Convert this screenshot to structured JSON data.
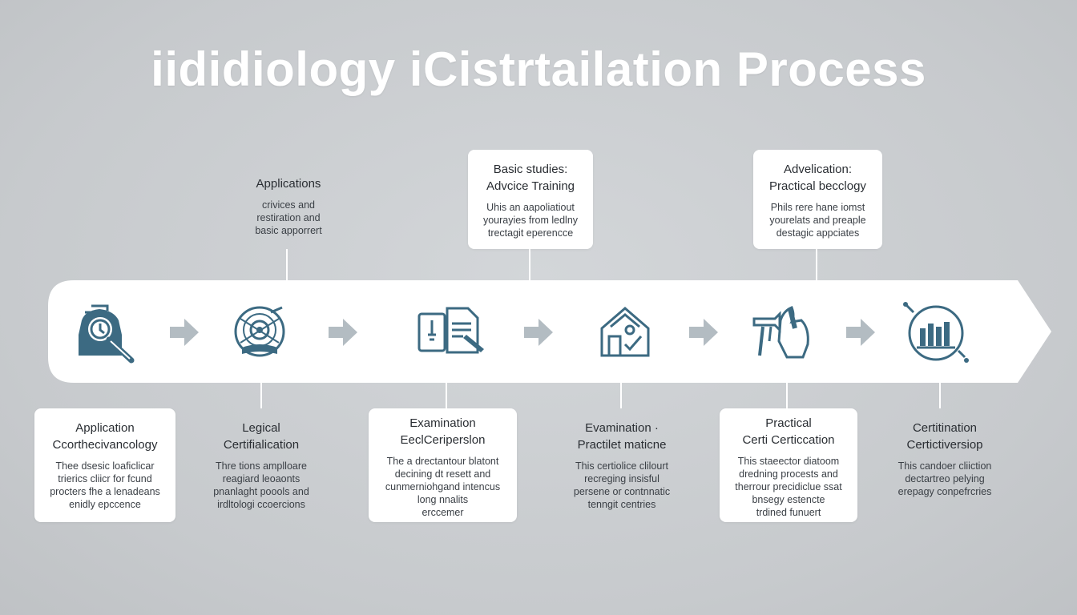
{
  "title": "iididiology iCistrtailation Process",
  "colors": {
    "icon": "#3c6a82",
    "arrow": "#b3bcc2",
    "band": "#ffffff",
    "background": "#c9ccce"
  },
  "steps": [
    {
      "icon": "gear-magnifier-icon"
    },
    {
      "icon": "target-wheel-icon"
    },
    {
      "icon": "document-pen-icon"
    },
    {
      "icon": "house-check-icon"
    },
    {
      "icon": "hand-tool-icon"
    },
    {
      "icon": "chart-circle-icon"
    }
  ],
  "top_callouts": [
    {
      "title": [
        "Applications"
      ],
      "desc": [
        "crivices and",
        "restiration and",
        "basic apporrert"
      ]
    },
    {
      "title": [
        "Basic studies:",
        "Advcice Training"
      ],
      "desc": [
        "Uhis an aapoliatiout",
        "yourayies from ledlny",
        "trectagit eperencce"
      ]
    },
    {
      "title": [
        "Advelication:",
        "Practical becclogy"
      ],
      "desc": [
        "Phils rere hane iomst",
        "yourelats and preaple",
        "destagic appciates"
      ]
    }
  ],
  "bottom_callouts": [
    {
      "title": [
        "Application",
        "Ccorthecivancology"
      ],
      "desc": [
        "Thee dsesic loaficlicar",
        "trierics cliicr for fcund",
        "procters fhe a lenadeans",
        "enidly epccence"
      ]
    },
    {
      "title": [
        "Legical",
        "Certifialication"
      ],
      "desc": [
        "Thre tions amplloare",
        "reagiard leoaonts",
        "pnanlaght poools and",
        "irdltologi ccoercions"
      ]
    },
    {
      "title": [
        "Examination",
        "EeclCeriperslon"
      ],
      "desc": [
        "The a drectantour blatont",
        "decining dt resett and",
        "cunmerniohgand intencus",
        "long nnalits",
        "erccemer"
      ]
    },
    {
      "title": [
        "Evamination ·",
        "Practilet maticne"
      ],
      "desc": [
        "This certiolice clilourt",
        "recreging insisful",
        "persene or contnnatic",
        "tenngit centries"
      ]
    },
    {
      "title": [
        "Practical",
        "Certi Certiccation"
      ],
      "desc": [
        "This staeector diatoom",
        "dredning procests and",
        "therrour precidiclue ssat",
        "bnsegy estencte",
        "trdined funuert"
      ]
    },
    {
      "title": [
        "Certitination",
        "Certictiversiop"
      ],
      "desc": [
        "This candoer cliiction",
        "dectartreo pelying",
        "erepagy conpefrcries"
      ]
    }
  ]
}
